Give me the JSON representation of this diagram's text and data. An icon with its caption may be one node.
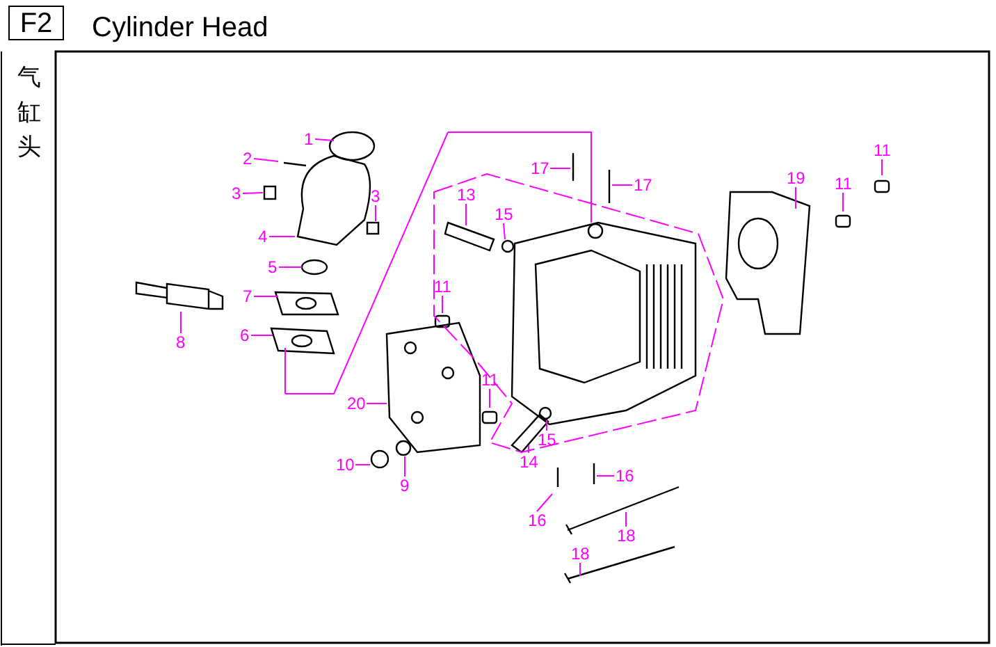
{
  "diagram": {
    "title": "Cylinder Head",
    "nodes": [
      {
        "text": [
          "F2"
        ]
      },
      {
        "text": [
          "1"
        ]
      },
      {
        "text": [
          "11"
        ]
      },
      {
        "text": [
          "2"
        ]
      },
      {
        "text": [
          "17"
        ]
      },
      {
        "text": [
          "19"
        ]
      },
      {
        "text": [
          "11"
        ]
      },
      {
        "text": [
          "3"
        ]
      },
      {
        "text": [
          "17"
        ]
      },
      {
        "text": [
          "13"
        ]
      },
      {
        "text": [
          "3"
        ]
      },
      {
        "text": [
          "15"
        ]
      },
      {
        "text": [
          "4"
        ]
      },
      {
        "text": [
          "5"
        ]
      },
      {
        "text": [
          "11"
        ]
      },
      {
        "text": [
          "7"
        ]
      },
      {
        "text": [
          "6"
        ]
      },
      {
        "text": [
          "8"
        ]
      },
      {
        "text": [
          "11"
        ]
      },
      {
        "text": [
          "20"
        ]
      },
      {
        "text": [
          "15"
        ]
      },
      {
        "text": [
          "14"
        ]
      },
      {
        "text": [
          "10"
        ]
      },
      {
        "text": [
          "16"
        ]
      },
      {
        "text": [
          "9"
        ]
      },
      {
        "text": [
          "16"
        ]
      },
      {
        "text": [
          "18"
        ]
      },
      {
        "text": [
          "18"
        ]
      },
      {
        "text": [],
        "shape": "box"
      }
    ],
    "edges": [
      {
        "from": 1,
        "to": null,
        "arrow": "none"
      },
      {
        "from": 2,
        "to": null,
        "arrow": "none"
      },
      {
        "from": 3,
        "to": null,
        "arrow": "none"
      },
      {
        "from": 4,
        "to": null,
        "arrow": "none"
      },
      {
        "from": 5,
        "to": null,
        "arrow": "none"
      },
      {
        "from": 6,
        "to": null,
        "arrow": "none"
      },
      {
        "from": 7,
        "to": 28,
        "arrow": "none"
      },
      {
        "from": 8,
        "to": null,
        "arrow": "none"
      },
      {
        "from": 9,
        "to": null,
        "arrow": "none"
      },
      {
        "from": 10,
        "to": null,
        "arrow": "none"
      },
      {
        "from": 11,
        "to": null,
        "arrow": "none"
      },
      {
        "from": 12,
        "to": null,
        "arrow": "none"
      },
      {
        "from": 13,
        "to": null,
        "arrow": "none"
      },
      {
        "from": 14,
        "to": null,
        "arrow": "none"
      },
      {
        "from": 15,
        "to": null,
        "arrow": "none"
      },
      {
        "from": 16,
        "to": null,
        "arrow": "none"
      },
      {
        "from": 17,
        "to": null,
        "arrow": "none"
      },
      {
        "from": 18,
        "to": null,
        "arrow": "none"
      },
      {
        "from": 19,
        "to": null,
        "arrow": "none"
      },
      {
        "from": 20,
        "to": null,
        "arrow": "none"
      },
      {
        "from": 21,
        "to": null,
        "arrow": "none"
      },
      {
        "from": 22,
        "to": null,
        "arrow": "none"
      },
      {
        "from": 23,
        "to": null,
        "arrow": "none"
      },
      {
        "from": 24,
        "to": null,
        "arrow": "none"
      },
      {
        "from": 25,
        "to": null,
        "arrow": "none"
      },
      {
        "from": 26,
        "to": null,
        "arrow": "none"
      },
      {
        "from": 27,
        "to": null,
        "arrow": "none"
      }
    ],
    "labels": [
      "气缸头"
    ]
  }
}
